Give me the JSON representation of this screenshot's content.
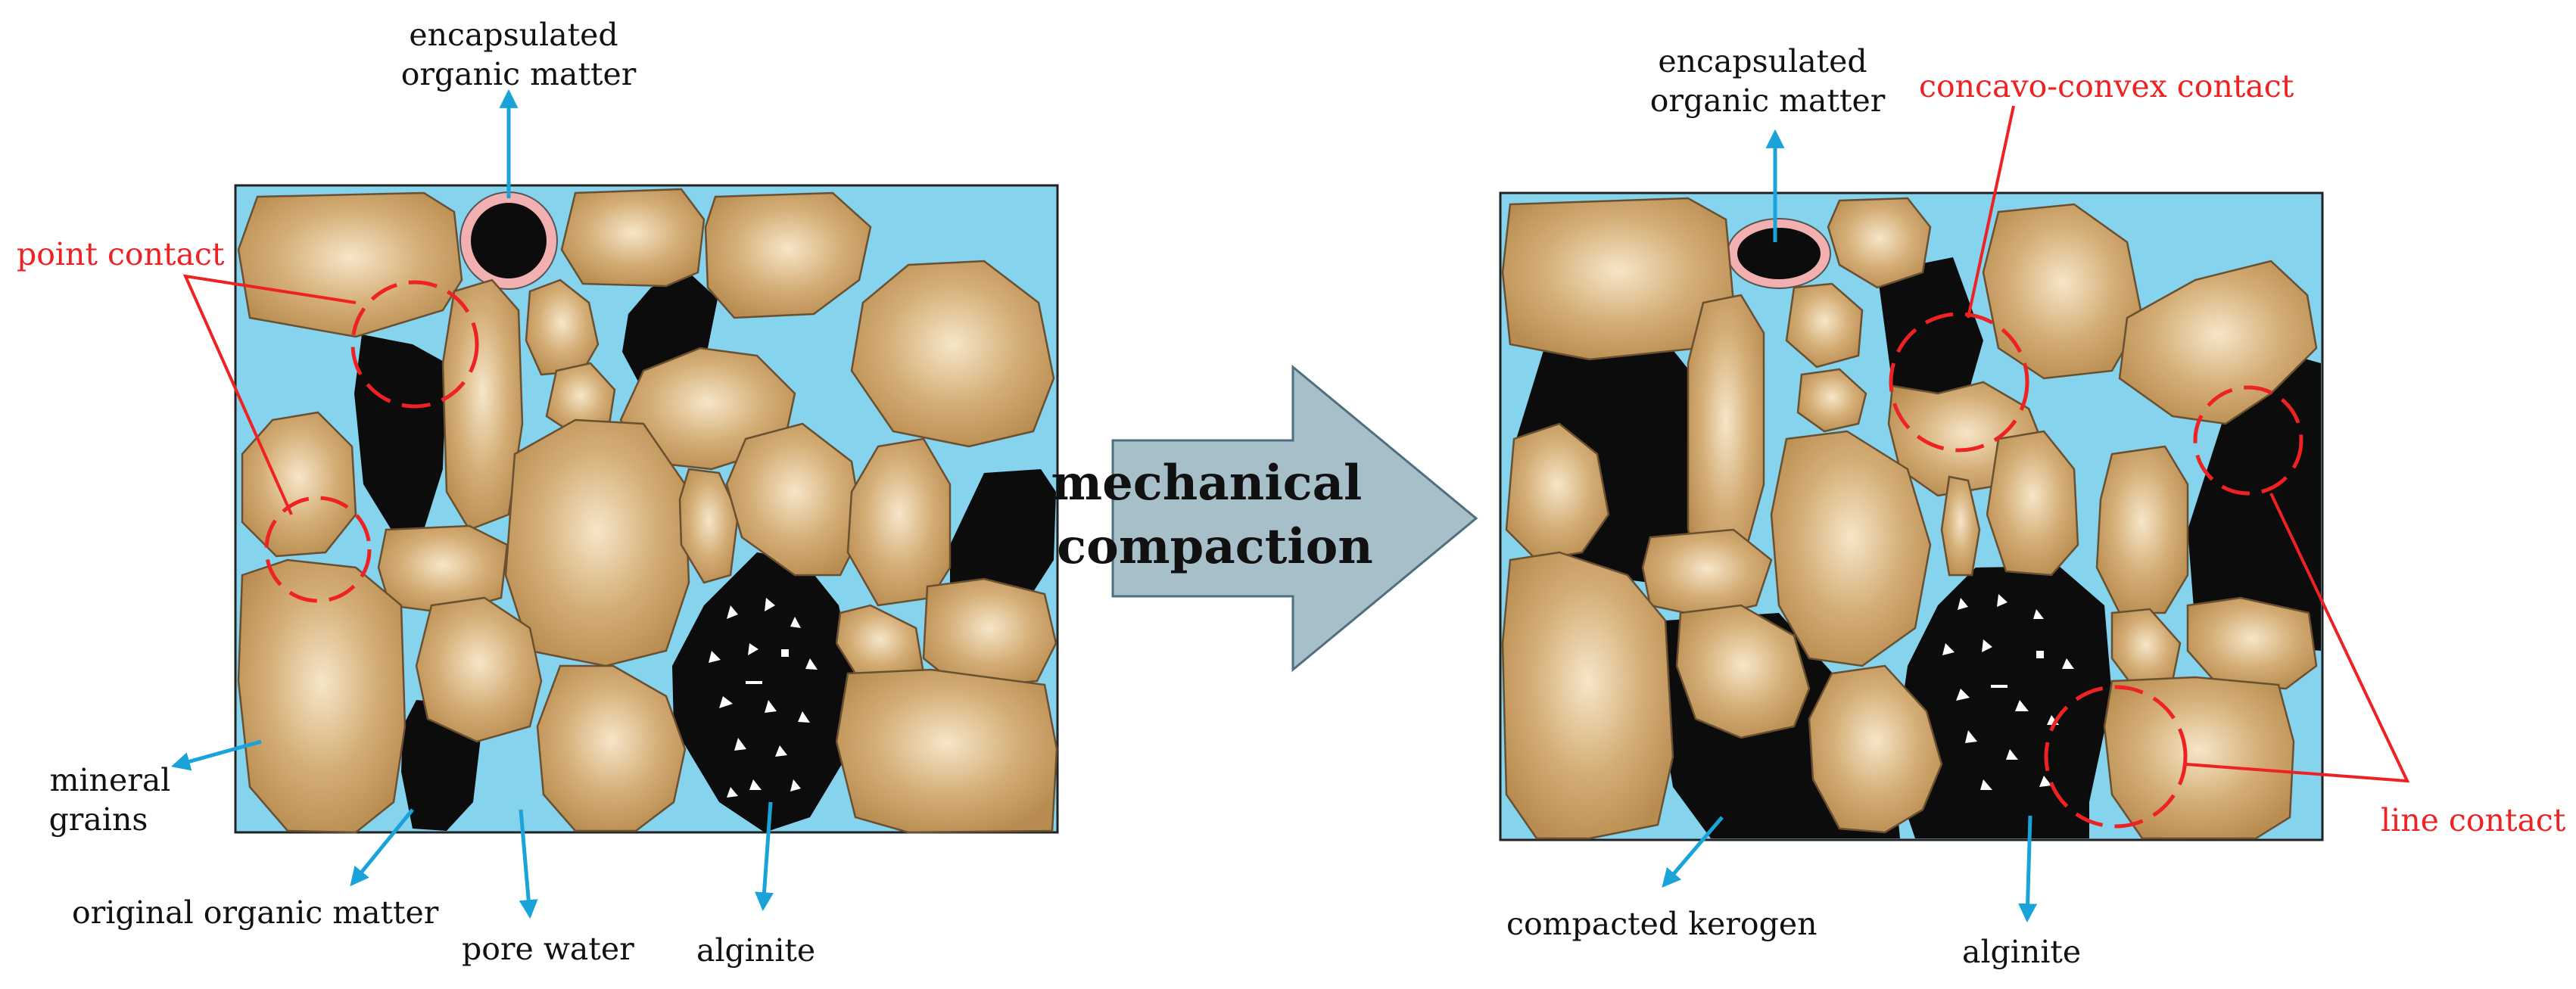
{
  "left_panel": {
    "encapsulated_label": [
      "encapsulated",
      "organic matter"
    ],
    "point_contact": "point contact",
    "mineral_grains": [
      "mineral",
      "grains"
    ],
    "original_organic_matter": "original organic matter",
    "pore_water": "pore  water",
    "alginite": "alginite"
  },
  "center_arrow": {
    "lines": [
      "mechanical",
      "compaction"
    ]
  },
  "right_panel": {
    "encapsulated_label": [
      "encapsulated",
      "organic matter"
    ],
    "concavo_convex_contact": "concavo-convex contact",
    "line_contact": "line contact",
    "compacted_kerogen": "compacted kerogen",
    "alginite": "alginite"
  },
  "colors": {
    "pore_water": "#86d3ee",
    "mineral_grain": "#c9a06a",
    "organic_matter": "#0c0c0c",
    "annotation_arrow": "#19a3d9",
    "contact_marker": "#ee2222",
    "compaction_arrow": "#a6bfc9"
  }
}
